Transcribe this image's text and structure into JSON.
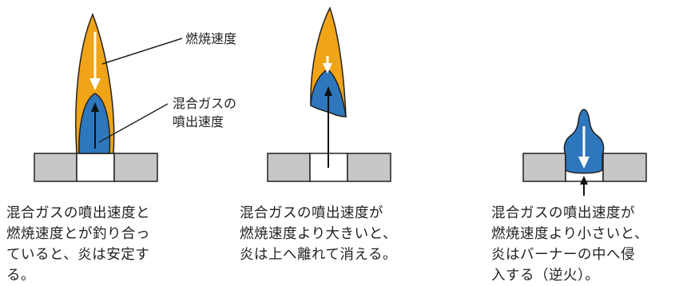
{
  "colors": {
    "flame_outer": "#F0A418",
    "flame_inner": "#2E77BC",
    "burner_gray": "#C7C7C7",
    "outline": "#222222"
  },
  "labels": {
    "burning_speed": "燃焼速度",
    "jet_speed_line1": "混合ガスの",
    "jet_speed_line2": "噴出速度"
  },
  "captions": {
    "stable": "混合ガスの噴出速度と\n燃焼速度とが釣り合っ\nていると、炎は安定す\nる。",
    "lift_off": "混合ガスの噴出速度が\n燃焼速度より大きいと、\n炎は上へ離れて消える。",
    "flashback": "混合ガスの噴出速度が\n燃焼速度より小さいと、\n炎はバーナーの中へ侵\n入する（逆火）。"
  }
}
